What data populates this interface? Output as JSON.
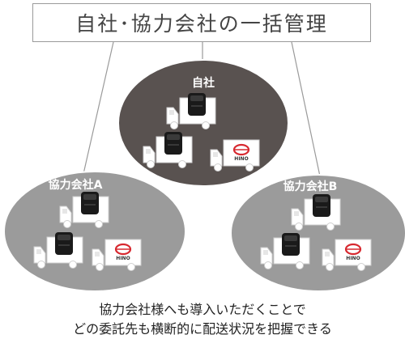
{
  "title": "自社･協力会社の一括管理",
  "groups": [
    {
      "label": "自社",
      "color": "#595250",
      "trucks": 3
    },
    {
      "label": "協力会社A",
      "color": "#9b9b9b",
      "trucks": 3
    },
    {
      "label": "協力会社B",
      "color": "#9b9b9b",
      "trucks": 3
    }
  ],
  "truck_logo_text": "HINO",
  "caption": {
    "line1": "協力会社様へも導入いただくことで",
    "line2": "どの委託先も横断的に配送状況を把握できる"
  },
  "colors": {
    "logo_red": "#d7282f",
    "border": "#9a9a9a",
    "device": "#1a1a1a"
  }
}
